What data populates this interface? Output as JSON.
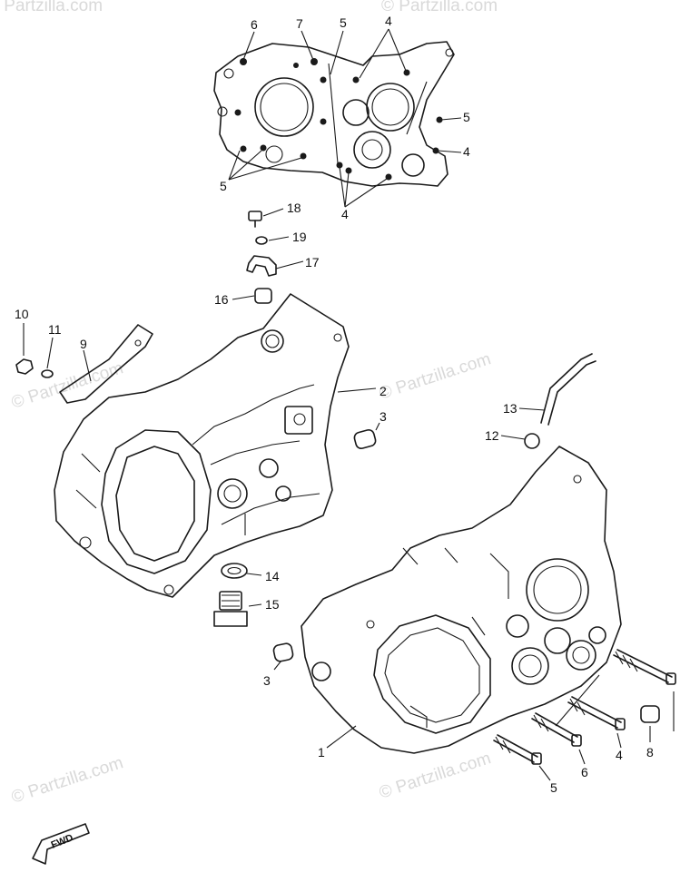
{
  "watermark": {
    "text": "© Partzilla.com"
  },
  "callouts": {
    "c1": "1",
    "c2": "2",
    "c3a": "3",
    "c3b": "3",
    "c4a": "4",
    "c4b": "4",
    "c4c": "4",
    "c4d": "4",
    "c5a": "5",
    "c5b": "5",
    "c5c": "5",
    "c5d": "5",
    "c6a": "6",
    "c6b": "6",
    "c7": "7",
    "c8": "8",
    "c9": "9",
    "c10": "10",
    "c11": "11",
    "c12": "12",
    "c13": "13",
    "c14": "14",
    "c15": "15",
    "c16": "16",
    "c17": "17",
    "c18": "18",
    "c19": "19"
  },
  "fwd_label": "FWD"
}
